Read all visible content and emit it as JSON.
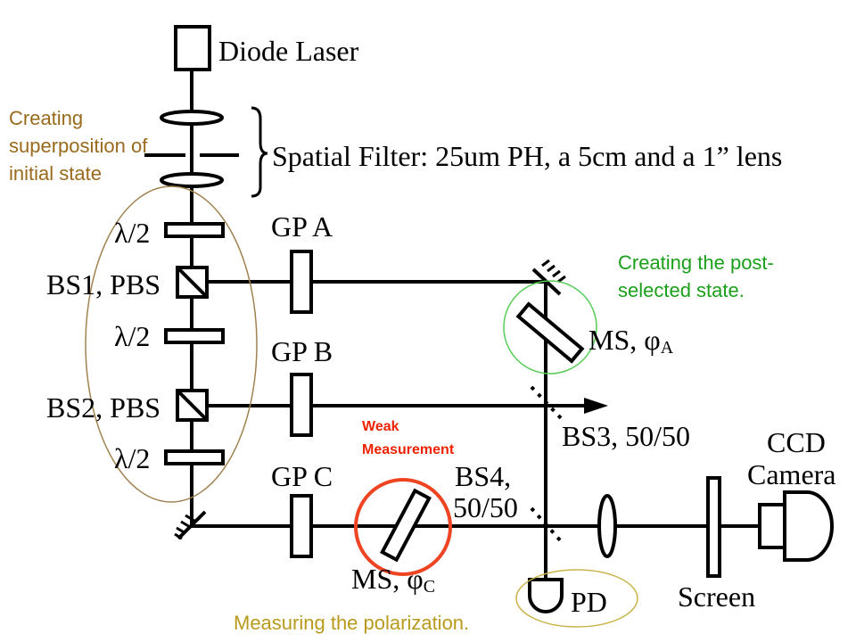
{
  "diagram": {
    "labels": {
      "diode_laser": "Diode Laser",
      "spatial_filter": "Spatial Filter: 25um PH, a 5cm and a 1” lens",
      "half_wave_1": "λ/2",
      "half_wave_2": "λ/2",
      "half_wave_3": "λ/2",
      "bs1": "BS1, PBS",
      "bs2": "BS2, PBS",
      "gp_a": "GP A",
      "gp_b": "GP B",
      "gp_c": "GP C",
      "ms_a": "MS, φ",
      "ms_a_sub": "A",
      "ms_c": "MS, φ",
      "ms_c_sub": "C",
      "bs3": "BS3, 50/50",
      "bs4_line1": "BS4,",
      "bs4_line2": "50/50",
      "ccd_line1": "CCD",
      "ccd_line2": "Camera",
      "screen": "Screen",
      "pd": "PD"
    },
    "annotations": {
      "superposition": [
        "Creating",
        "superposition of",
        "initial state"
      ],
      "postselected": [
        "Creating the post-",
        "selected state."
      ],
      "weak": [
        "Weak",
        "Measurement"
      ],
      "polarization": "Measuring the polarization."
    },
    "colors": {
      "ink": "#000000",
      "superposition": "#9a6a1c",
      "superposition_ellipse": "#a0824f",
      "postselected": "#1aa01a",
      "postselected_circle": "#55cc55",
      "weak": "#ee2200",
      "weak_circle": "#ee4422",
      "polarization": "#b89a1c",
      "pd_ellipse": "#c8b448"
    }
  }
}
